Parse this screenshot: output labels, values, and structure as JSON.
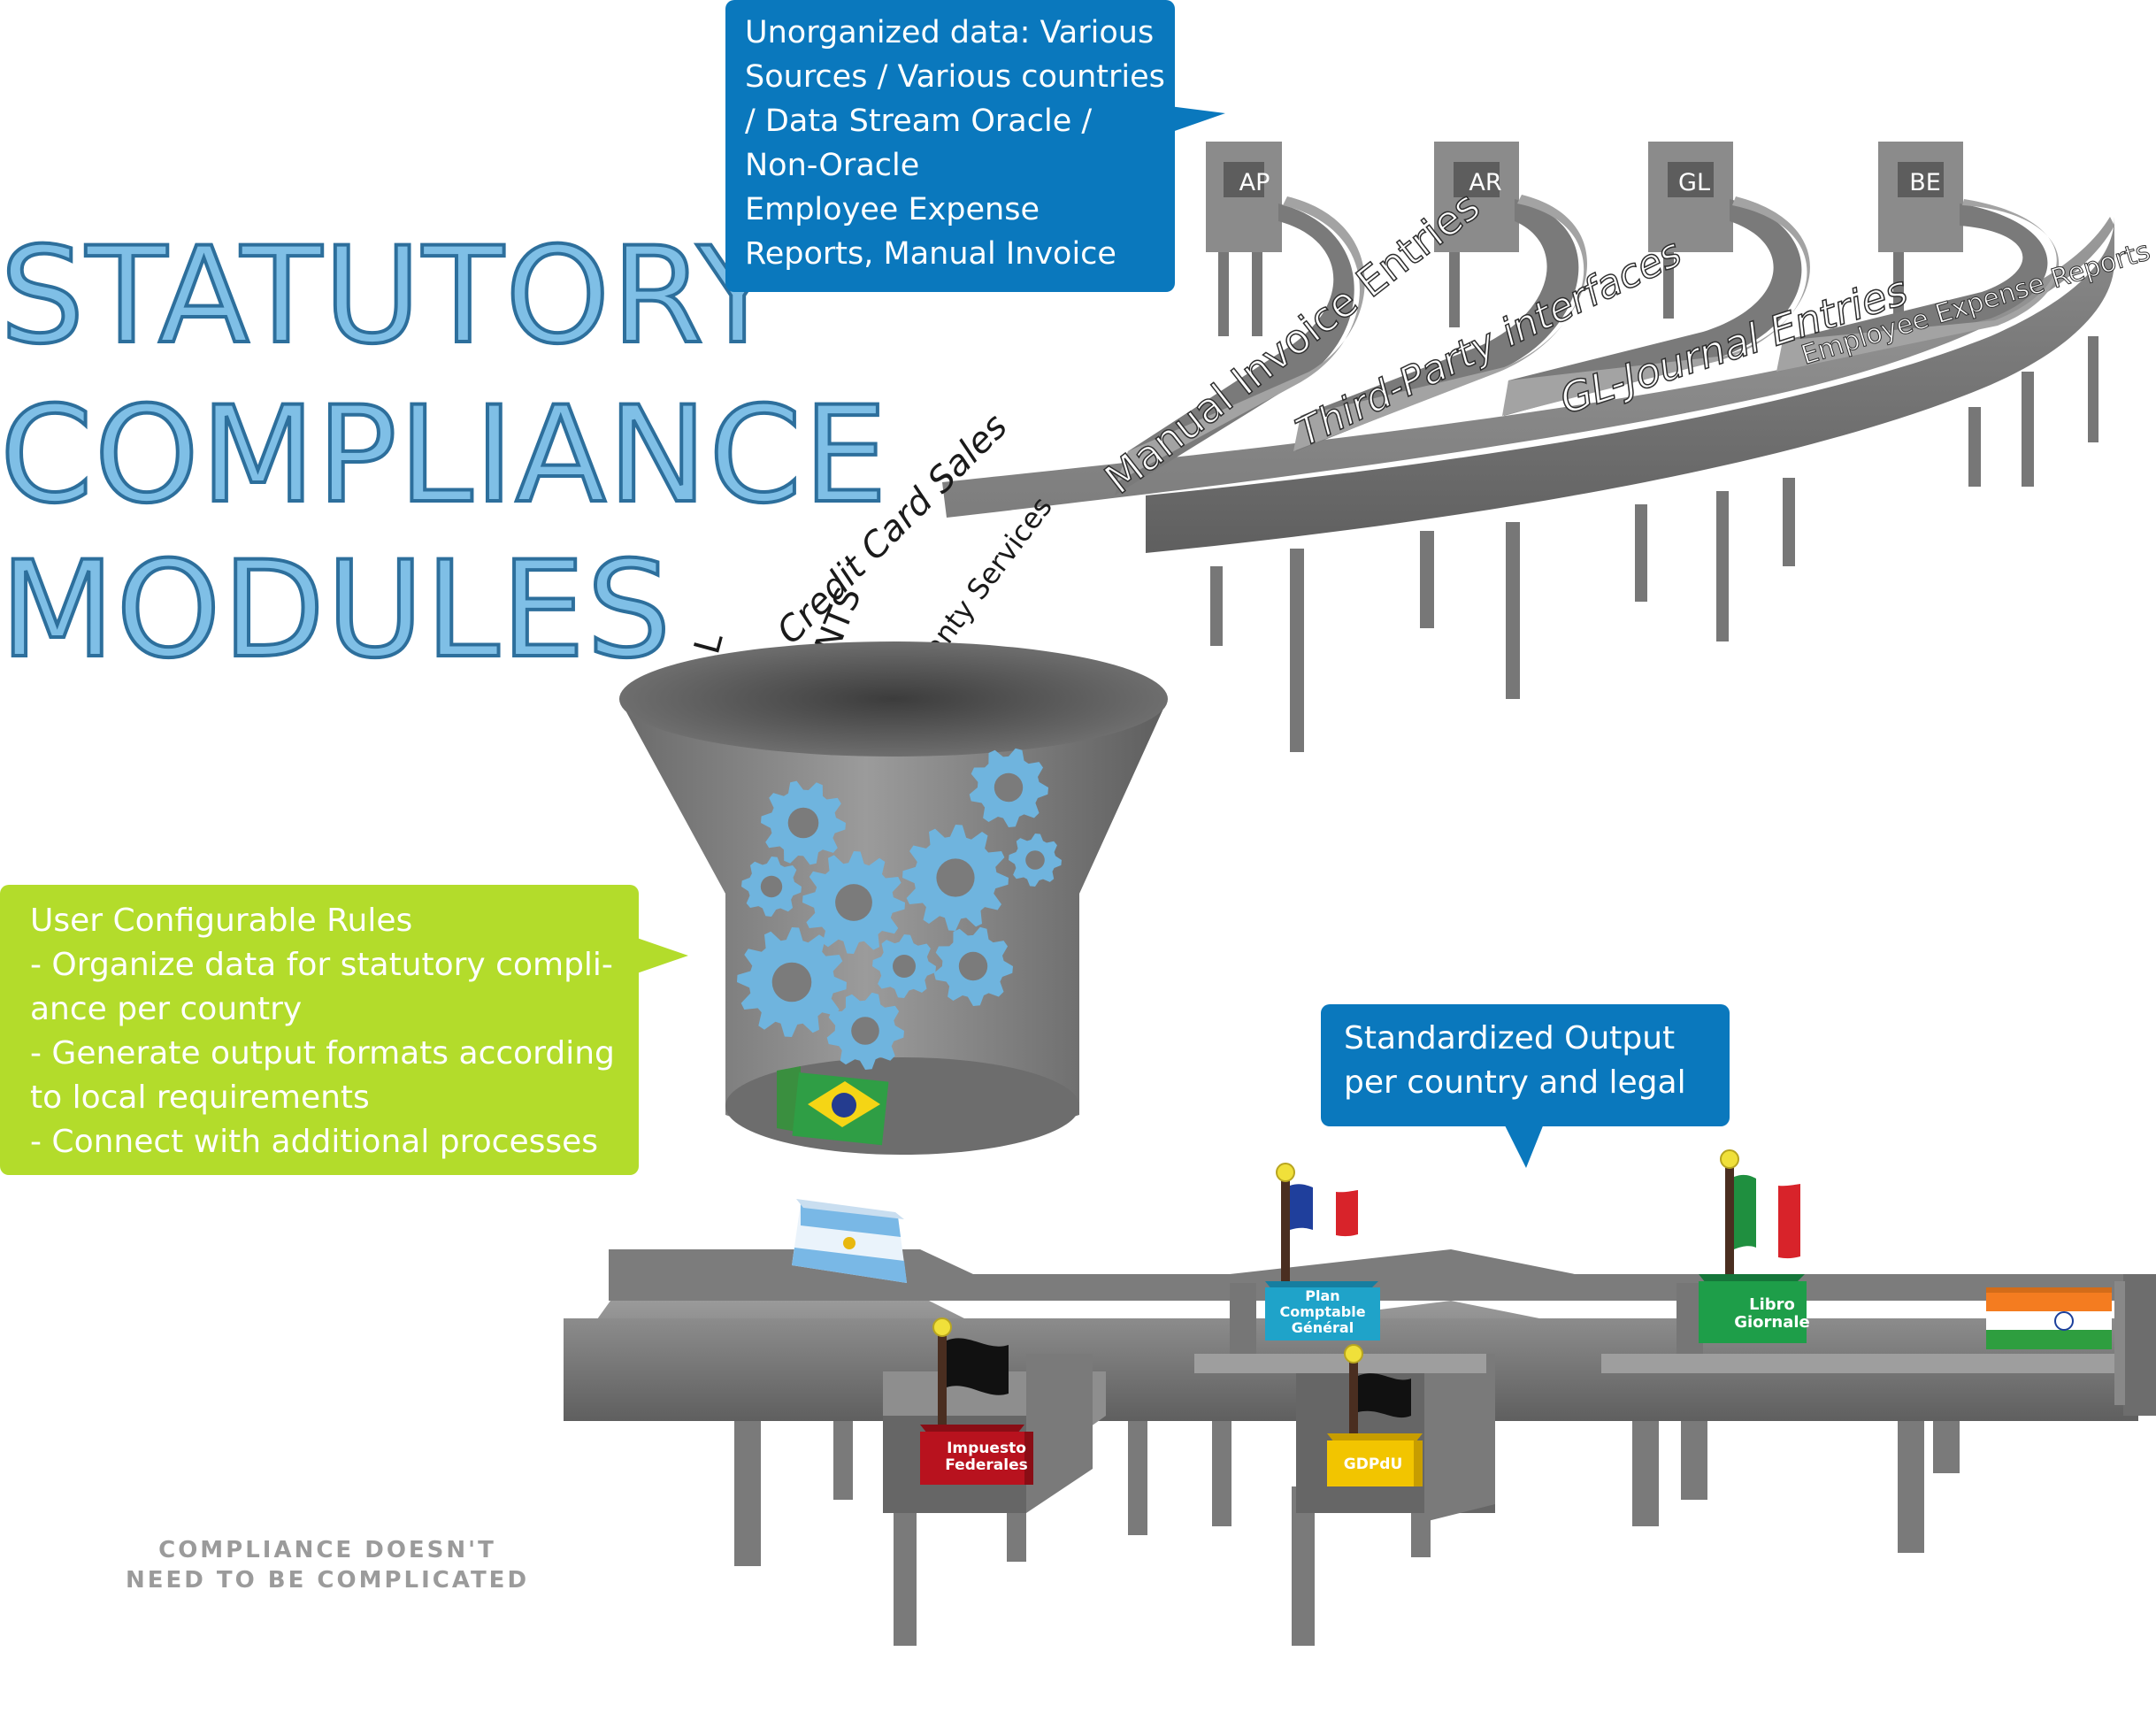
{
  "title": {
    "lines": [
      "STATUTORY",
      "COMPLIANCE",
      "MODULES"
    ]
  },
  "callouts": {
    "unorganized": {
      "lines": [
        "Unorganized data: Various",
        "Sources / Various countries",
        "/ Data Stream Oracle /",
        "Non-Oracle",
        "Employee Expense",
        "Reports, Manual Invoice"
      ]
    },
    "rules": {
      "lines": [
        "User Configurable Rules",
        "- Organize data for statutory compli-",
        "ance per country",
        "- Generate output formats according",
        "to local requirements",
        "- Connect with additional processes"
      ]
    },
    "output": {
      "lines": [
        "Standardized Output",
        "per country and legal"
      ]
    }
  },
  "sources": {
    "labels": [
      "AP",
      "AR",
      "GL",
      "BE"
    ]
  },
  "ramp_labels": {
    "manual_invoice": "Manual Invoice  Entries",
    "third_party": "Third-Party  interfaces",
    "gl_journal": "GL-Journal  Entries",
    "employee": "Employee  Expense  Reports",
    "credit_card": "Credit Card Sales",
    "warranty": "Warranty Services",
    "movements": "VEMENTS",
    "payroll": "ROLL"
  },
  "outputs": {
    "plan_comptable": "Plan Comptable Général",
    "libro_giornale": "Libro Giornale",
    "impuesto": "Impuesto Federales",
    "gdpdu": "GDPdU"
  },
  "tagline": {
    "lines": [
      "COMPLIANCE DOESN'T",
      "NEED TO BE COMPLICATED"
    ]
  },
  "colors": {
    "title_fill": "#7fbfe6",
    "title_stroke": "#2d6f9c",
    "callout_blue": "#0a78bd",
    "callout_green": "#b3dc2b",
    "gear": "#6fb4de",
    "conveyor": "#8a8a8a",
    "plan_box": "#1fa3c9",
    "libro_box": "#1e9e49",
    "impuesto_box": "#b8121e",
    "gdpdu_box": "#f2c500"
  },
  "icons": [
    "gear-icon",
    "flag-icon",
    "brazil-flag-icon",
    "argentina-flag-icon",
    "india-flag-icon"
  ]
}
